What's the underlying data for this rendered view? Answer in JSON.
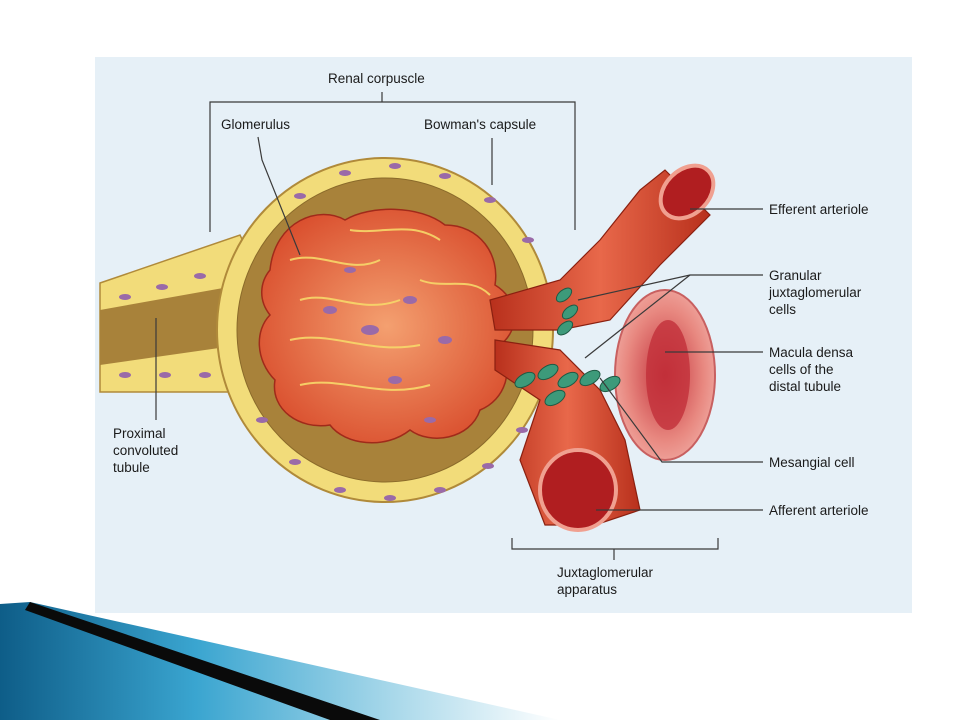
{
  "labels": {
    "renal_corpuscle": "Renal corpuscle",
    "glomerulus": "Glomerulus",
    "bowmans_capsule": "Bowman's capsule",
    "efferent_arteriole": "Efferent arteriole",
    "granular_1": "Granular",
    "granular_2": "juxtaglomerular",
    "granular_3": "cells",
    "macula_1": "Macula densa",
    "macula_2": "cells of the",
    "macula_3": "distal tubule",
    "mesangial_cell": "Mesangial cell",
    "afferent_arteriole": "Afferent arteriole",
    "jga_1": "Juxtaglomerular",
    "jga_2": "apparatus",
    "pct_1": "Proximal",
    "pct_2": "convoluted",
    "pct_3": "tubule"
  },
  "colors": {
    "panel_bg": "#e6f0f7",
    "capsule_yellow": "#f2dc7a",
    "capsule_brown": "#b08a3a",
    "vessel_red": "#d94a2a",
    "nucleus_purple": "#8a5a9e",
    "granular_green": "#3d9a7a",
    "ribbon_blue": "#1f7ea8"
  }
}
